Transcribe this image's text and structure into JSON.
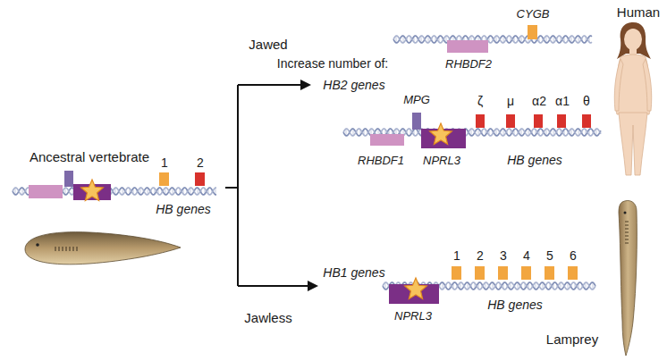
{
  "diagram": {
    "labels": [
      "Jawed",
      "Increase number of:",
      "HB2 genes",
      "CYGB",
      "Human",
      "RHBDF2",
      "MPG",
      "Ancestral vertebrate",
      "ζ",
      "μ",
      "α2",
      "α1",
      "θ",
      "1",
      "2",
      "RHBDF1",
      "NPRL3",
      "HB genes",
      "HB genes",
      "HB1 genes",
      "1",
      "2",
      "3",
      "4",
      "5",
      "6",
      "Jawless",
      "NPRL3",
      "HB genes",
      "Lamprey"
    ]
  }
}
